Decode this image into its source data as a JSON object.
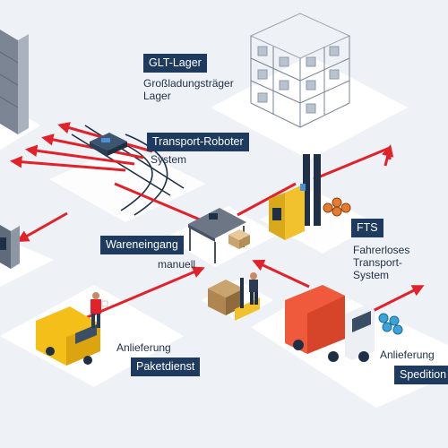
{
  "labels": {
    "glt_tag": "GLT-Lager",
    "glt_line1": "Großladungsträger",
    "glt_line2": "Lager",
    "robot_tag": "Transport-Roboter",
    "robot_line1": "System",
    "wareneingang_tag": "Wareneingang",
    "wareneingang_line1": "manuell",
    "fts_tag": "FTS",
    "fts_line1": "Fahrerloses",
    "fts_line2": "Transport-",
    "fts_line3": "System",
    "paket_line1": "Anlieferung",
    "paket_tag": "Paketdienst",
    "spedition_line1": "Anlieferung",
    "spedition_tag": "Spedition"
  },
  "colors": {
    "label_bg": "#1f3a5f",
    "arrow": "#e2222b",
    "platform": "#ffffff",
    "background": "#eef2f6"
  },
  "icons": [
    "shelf-rack-icon",
    "robot-icon",
    "forklift-fts-icon",
    "workbench-icon",
    "van-icon",
    "truck-icon",
    "pallet-jack-icon",
    "courier-person-icon",
    "worker-person-icon",
    "package-icon",
    "cable-reel-icon"
  ]
}
